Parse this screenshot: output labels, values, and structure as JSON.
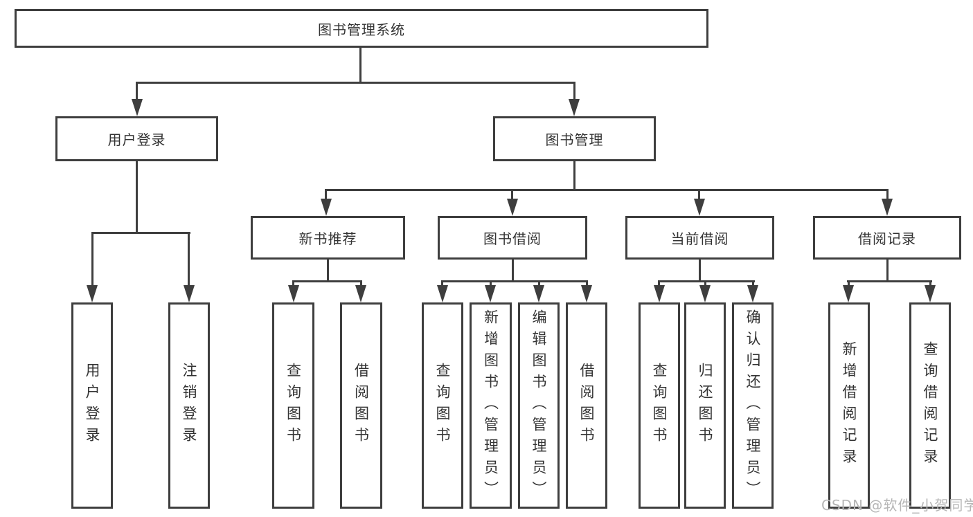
{
  "colors": {
    "line": "#3e3e3e",
    "box_border": "#3e3e3e",
    "box_fill": "#ffffff",
    "text": "#333333",
    "background": "#ffffff",
    "watermark": "#b6b6b6"
  },
  "root": {
    "label": "图书管理系统"
  },
  "level2": {
    "user_login": {
      "label": "用户登录"
    },
    "book_mgmt": {
      "label": "图书管理"
    }
  },
  "level3": {
    "new_book_rec": {
      "label": "新书推荐"
    },
    "book_borrow": {
      "label": "图书借阅"
    },
    "current_borrow": {
      "label": "当前借阅"
    },
    "borrow_records": {
      "label": "借阅记录"
    }
  },
  "leaves": {
    "user_login": {
      "label": "用户登录"
    },
    "logout": {
      "label": "注销登录"
    },
    "nbr_query": {
      "label": "查询图书"
    },
    "nbr_borrow": {
      "label": "借阅图书"
    },
    "bb_query": {
      "label": "查询图书"
    },
    "bb_add": {
      "label": "新增图书（管理员）"
    },
    "bb_edit": {
      "label": "编辑图书（管理员）"
    },
    "bb_borrow": {
      "label": "借阅图书"
    },
    "cb_query": {
      "label": "查询图书"
    },
    "cb_return": {
      "label": "归还图书"
    },
    "cb_confirm": {
      "label": "确认归还（管理员）"
    },
    "br_add": {
      "label": "新增借阅记录"
    },
    "br_query": {
      "label": "查询借阅记录"
    }
  },
  "watermark": {
    "text": "CSDN @软件_小贺同学"
  }
}
